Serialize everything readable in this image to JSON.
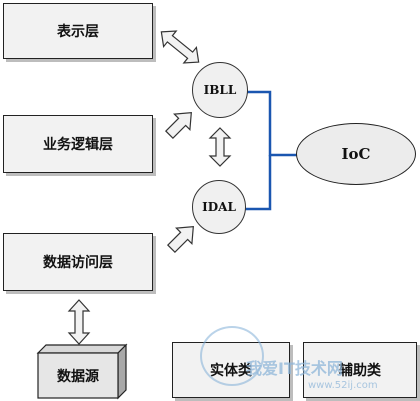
{
  "nodes": {
    "presentation_layer": "表示层",
    "business_logic_layer": "业务逻辑层",
    "data_access_layer": "数据访问层",
    "data_source": "数据源",
    "entity_class": "实体类",
    "helper_class": "辅助类",
    "ibll": "IBLL",
    "idal": "IDAL",
    "ioc": "IoC"
  },
  "watermark": {
    "main": "我爱IT技术网",
    "url": "www.52ij.com"
  },
  "colors": {
    "connector": "#1a56b0",
    "arrow_fill": "#f2f2f2",
    "arrow_stroke": "#333333",
    "box_fill": "#f2f2f2"
  }
}
